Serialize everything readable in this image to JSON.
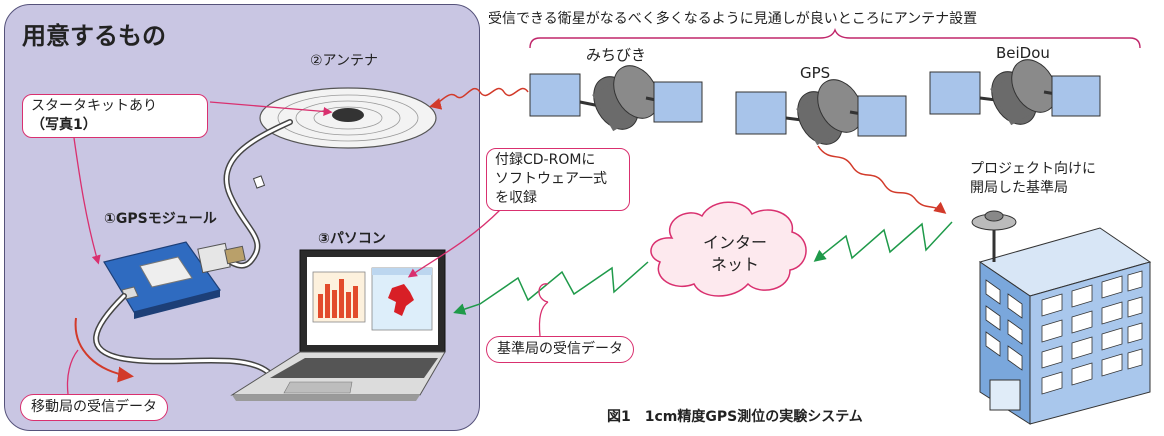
{
  "panel": {
    "title": "用意するもの",
    "antenna_label": "②アンテナ",
    "starter_kit_line1": "スタータキットあり",
    "starter_kit_line2": "（写真1）",
    "gps_module_label": "①GPSモジュール",
    "pc_label": "③パソコン",
    "cdrom_line1": "付録CD-ROMに",
    "cdrom_line2": "ソフトウェア一式",
    "cdrom_line3": "を収録",
    "rover_data": "移動局の受信データ"
  },
  "sky": {
    "top_note": "受信できる衛星がなるべく多くなるように見通しが良いところにアンテナ設置",
    "satellites": [
      "みちびき",
      "GPS",
      "BeiDou"
    ]
  },
  "network": {
    "base_station_line1": "プロジェクト向けに",
    "base_station_line2": "開局した基準局",
    "internet_line1": "インター",
    "internet_line2": "ネット",
    "base_data": "基準局の受信データ"
  },
  "caption": "図1　1cm精度GPS測位の実験システム",
  "colors": {
    "panel_bg": "#c9c6e3",
    "callout_border": "#d9306f",
    "signal_red": "#d23a2a",
    "signal_green": "#1f9a4a",
    "panel_blue": "#a8c4ea",
    "building_blue": "#7aa7dc",
    "cylinder": "#666666"
  }
}
